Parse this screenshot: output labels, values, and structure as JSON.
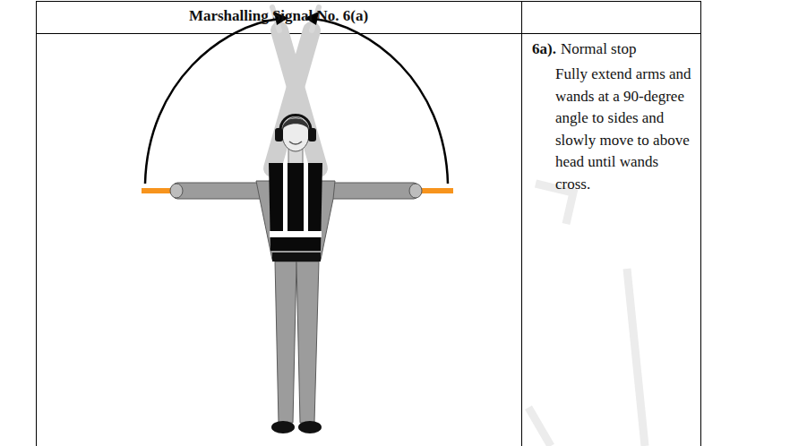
{
  "diagram": {
    "labels": [
      "Marshalling Signal No. 6(a)",
      "6a).",
      "Normal stop",
      "Fully extend arms and wands at a 90-degree angle to sides and slowly move to above head until wands cross."
    ]
  }
}
